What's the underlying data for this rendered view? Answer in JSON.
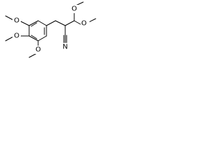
{
  "structure": {
    "atoms": {
      "o_top_right": "O",
      "o_right": "O",
      "o_methoxy_top": "O",
      "o_methoxy_mid": "O",
      "o_methoxy_bottom": "O",
      "n_nitrile": "N"
    },
    "colors": {
      "bond": "#000000",
      "label": "#000000",
      "background": "#ffffff"
    }
  }
}
